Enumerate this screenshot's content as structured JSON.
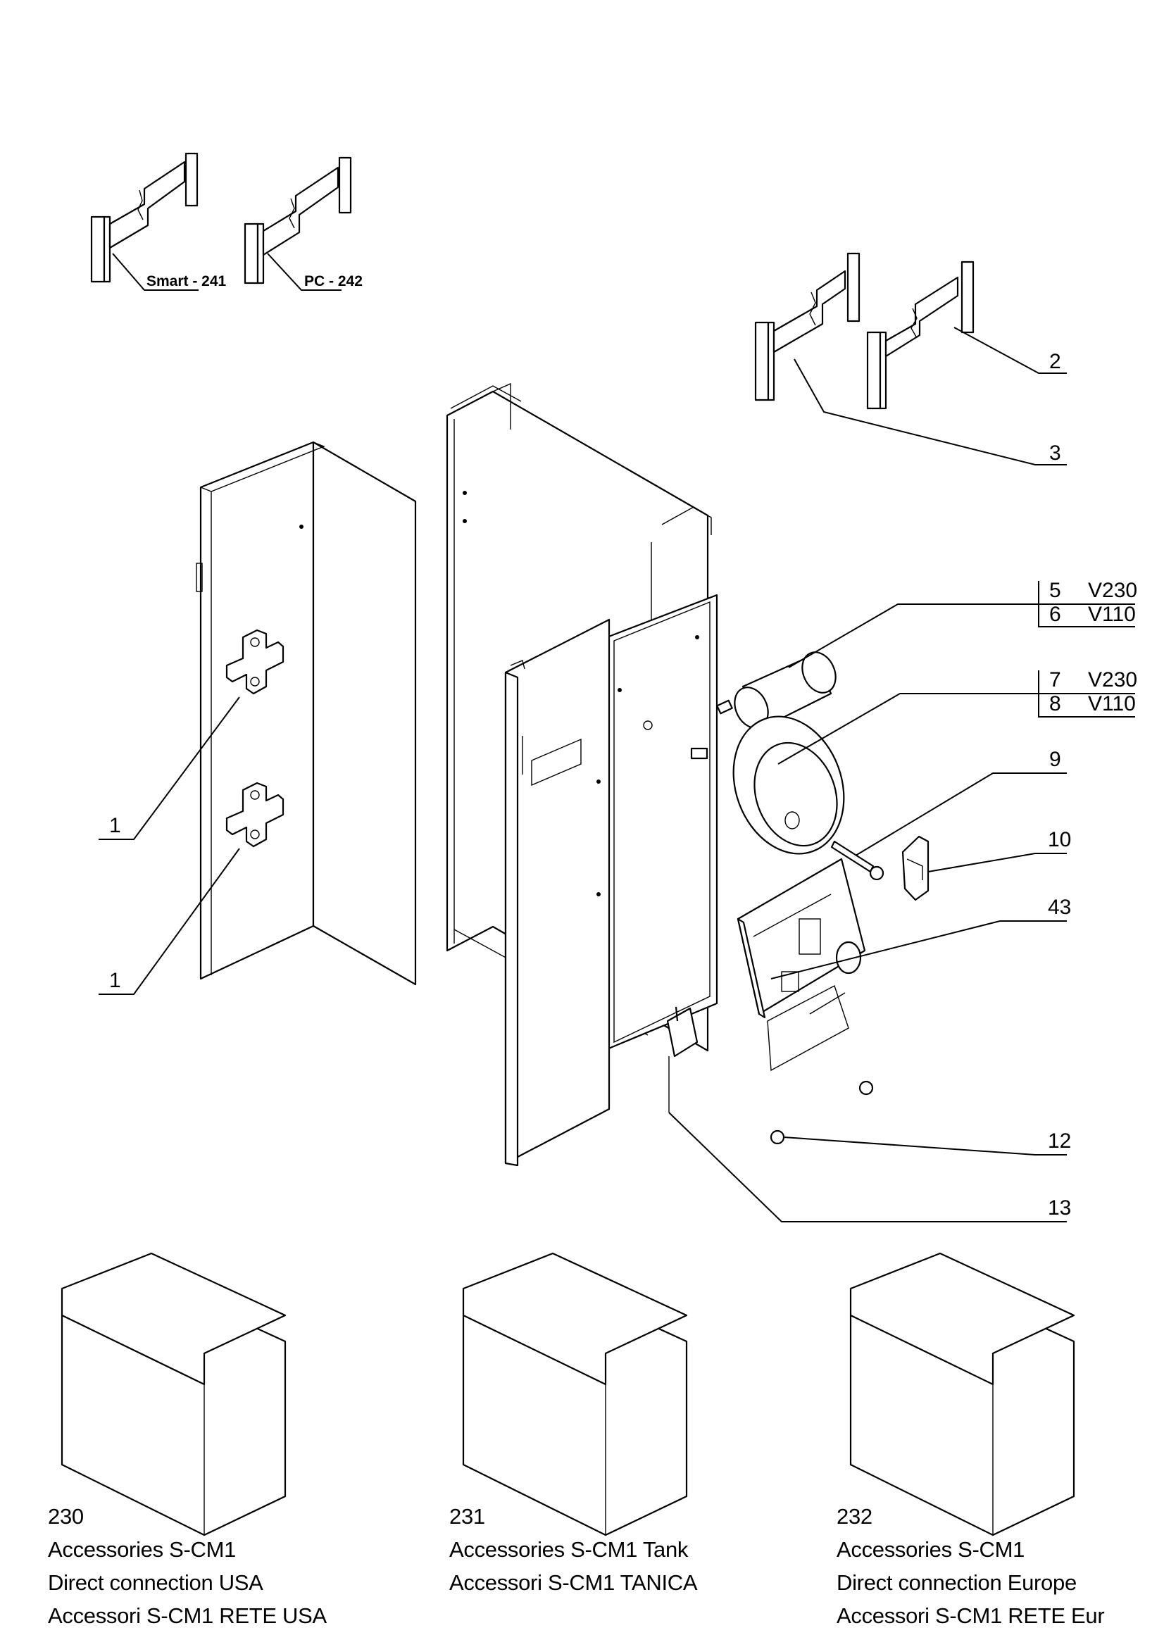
{
  "cable_labels": {
    "smart": "Smart - 241",
    "pc": "PC - 242"
  },
  "callouts": {
    "c1a": "1",
    "c1b": "1",
    "c2": "2",
    "c3": "3",
    "c5": "5",
    "c5_variant": "V230",
    "c6": "6",
    "c6_variant": "V110",
    "c7": "7",
    "c7_variant": "V230",
    "c8": "8",
    "c8_variant": "V110",
    "c9": "9",
    "c10": "10",
    "c43": "43",
    "c12": "12",
    "c13": "13"
  },
  "accessories": [
    {
      "code": "230",
      "line1": "Accessories S-CM1",
      "line2": "Direct connection USA",
      "line3": "Accessori S-CM1 RETE USA"
    },
    {
      "code": "231",
      "line1": "Accessories S-CM1 Tank",
      "line2": "Accessori S-CM1 TANICA",
      "line3": ""
    },
    {
      "code": "232",
      "line1": "Accessories S-CM1",
      "line2": "Direct connection Europe",
      "line3": "Accessori S-CM1 RETE Eur"
    }
  ]
}
